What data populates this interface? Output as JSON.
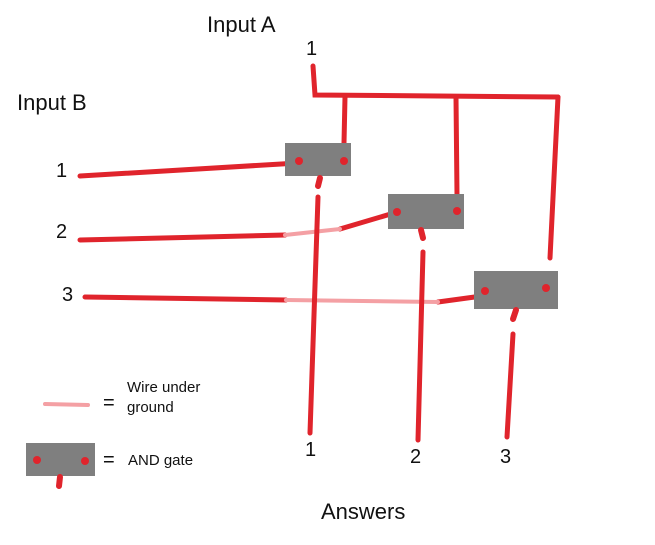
{
  "input_a": {
    "label": "Input A",
    "value": "1"
  },
  "input_b": {
    "label": "Input B",
    "values": [
      "1",
      "2",
      "3"
    ]
  },
  "answers": {
    "label": "Answers",
    "values": [
      "1",
      "2",
      "3"
    ]
  },
  "legend": {
    "equals": "=",
    "underground_wire": "Wire under ground",
    "and_gate": "AND gate"
  },
  "colors": {
    "wire": "#e0242c",
    "underground_wire": "#f4a0a4",
    "gate": "#7f7f7f",
    "text": "#111111"
  }
}
